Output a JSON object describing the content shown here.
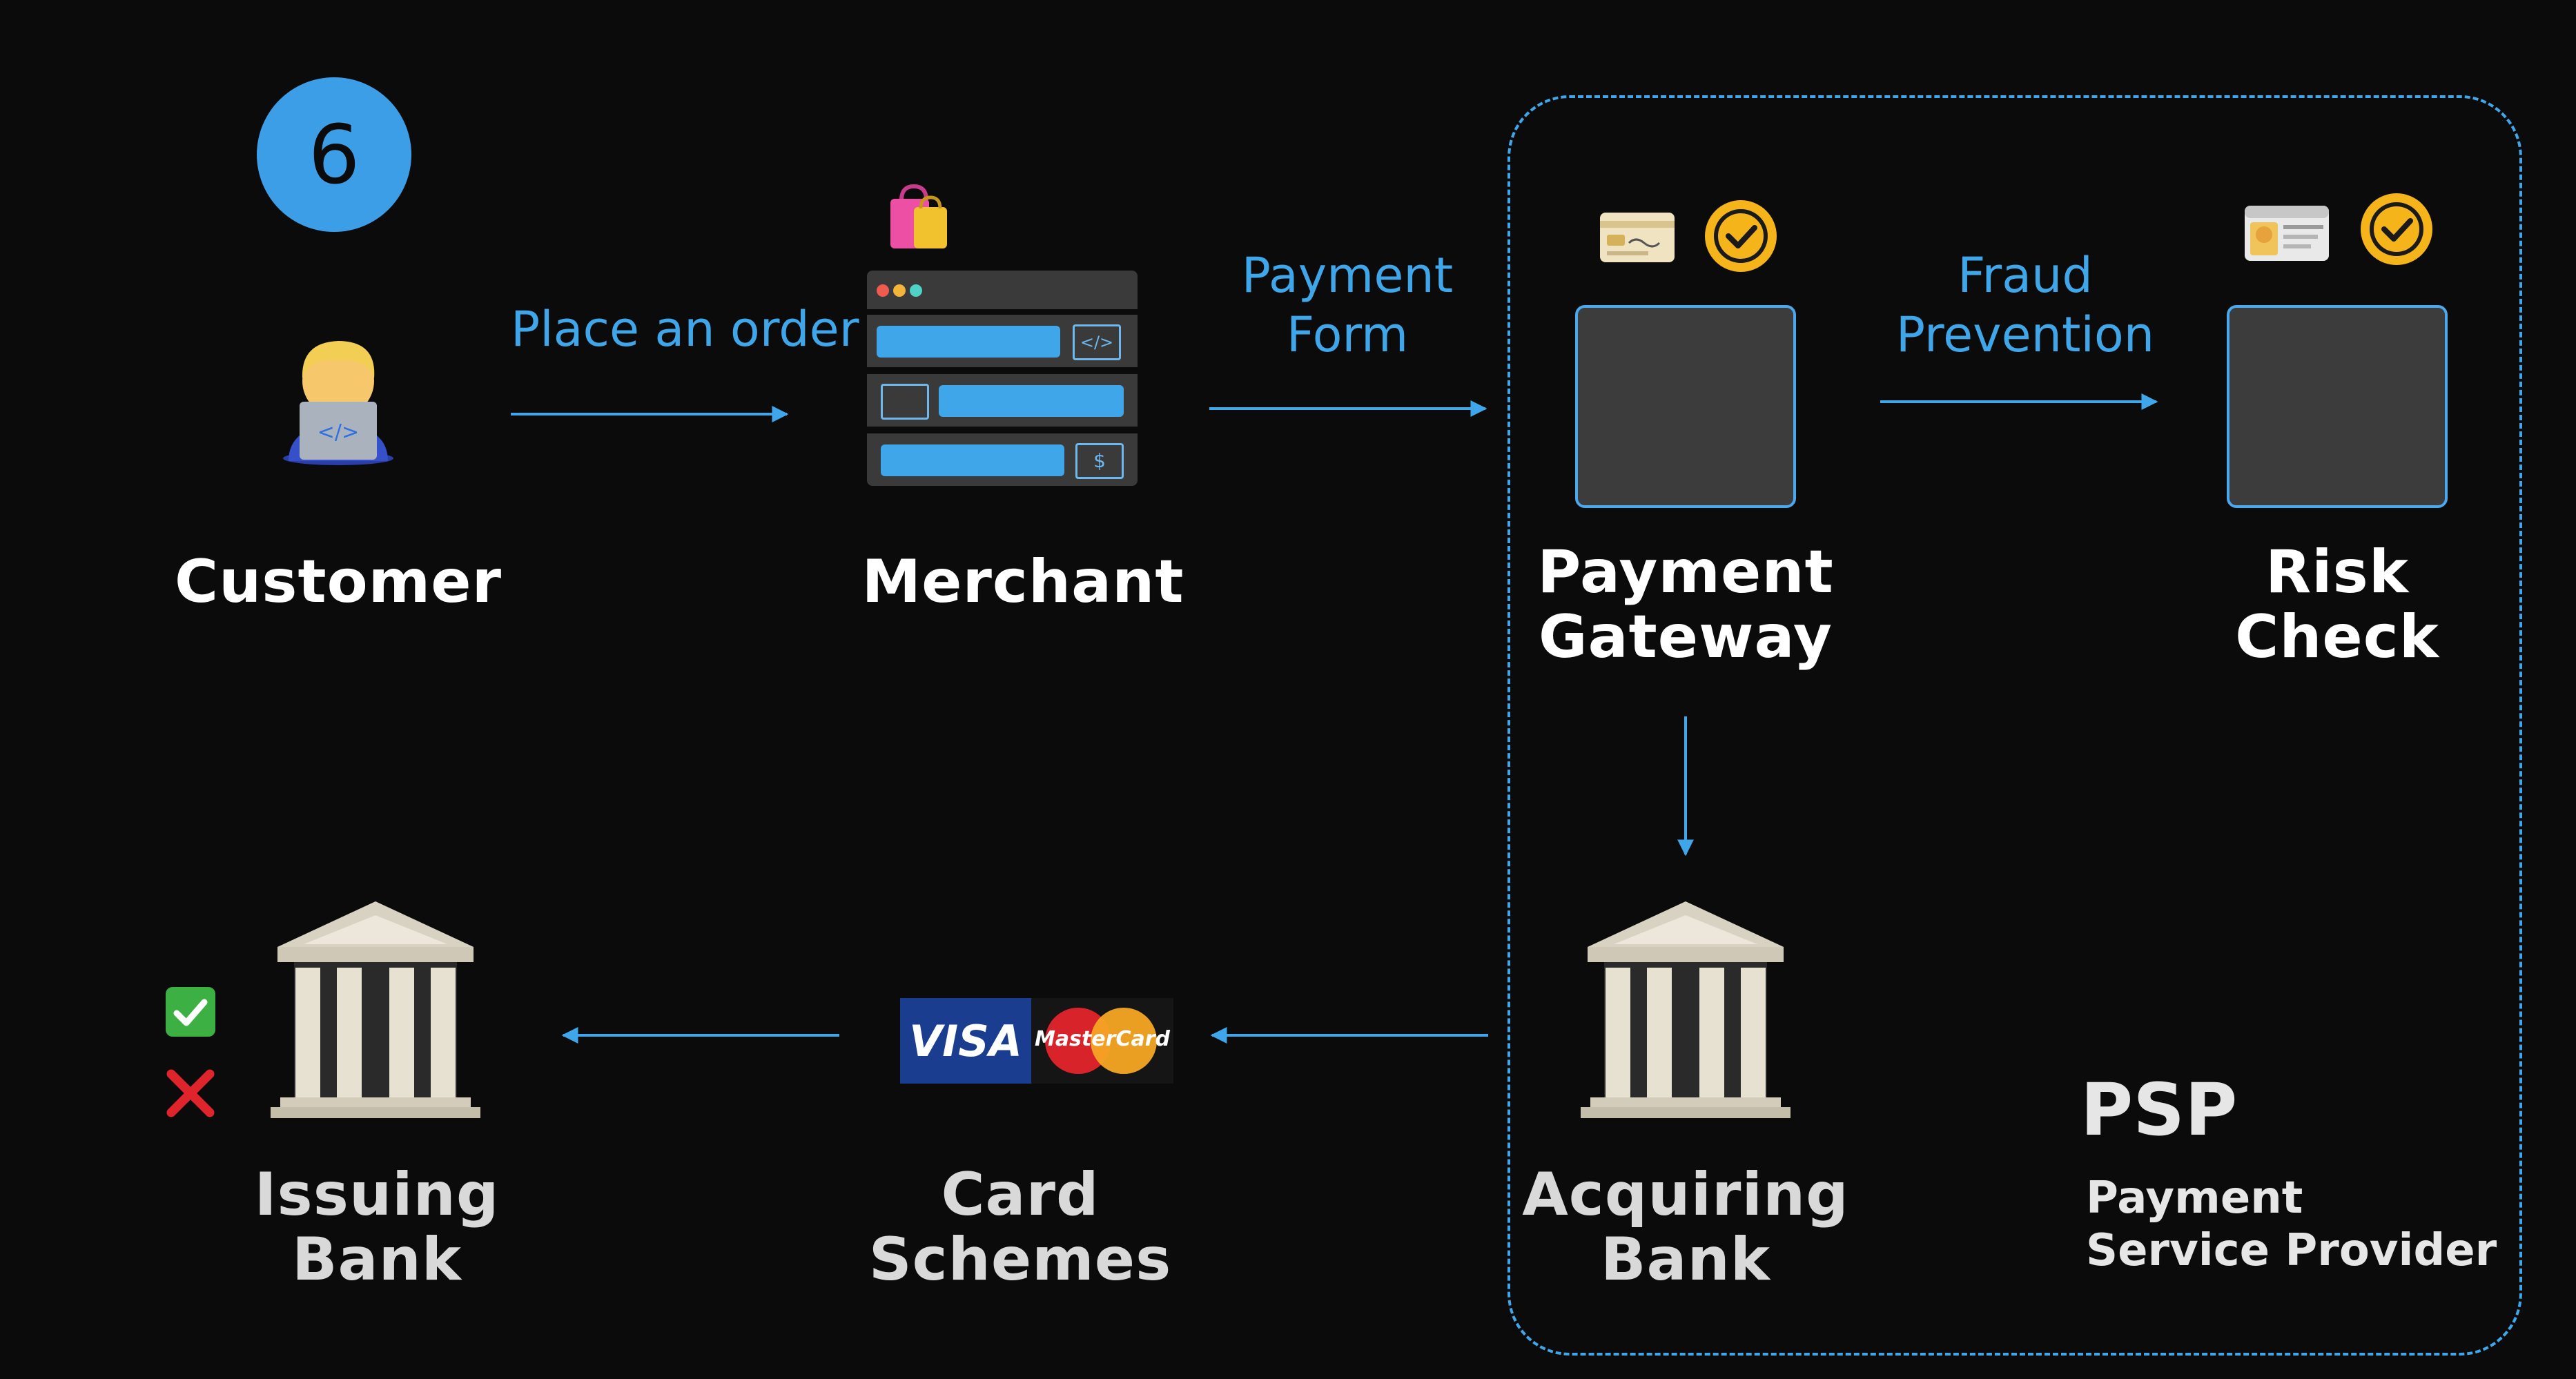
{
  "step_badge": "6",
  "nodes": {
    "customer": {
      "label": "Customer"
    },
    "merchant": {
      "label": "Merchant"
    },
    "payment_gateway": {
      "line1": "Payment",
      "line2": "Gateway"
    },
    "risk_check": {
      "line1": "Risk",
      "line2": "Check"
    },
    "acquiring_bank": {
      "line1": "Acquiring",
      "line2": "Bank"
    },
    "card_schemes": {
      "line1": "Card",
      "line2": "Schemes"
    },
    "issuing_bank": {
      "line1": "Issuing",
      "line2": "Bank"
    }
  },
  "edges": {
    "place_order": "Place an order",
    "payment_form": {
      "line1": "Payment",
      "line2": "Form"
    },
    "fraud_prevention": {
      "line1": "Fraud",
      "line2": "Prevention"
    }
  },
  "psp": {
    "abbr": "PSP",
    "line1": "Payment",
    "line2": "Service Provider"
  },
  "logos": {
    "visa": "VISA",
    "mastercard": "MasterCard"
  },
  "colors": {
    "accent": "#3fa6ea",
    "badge": "#3d9ee8",
    "background": "#0b0b0b",
    "box_fill": "#3c3c3c",
    "box_border": "#4aa8ee"
  }
}
